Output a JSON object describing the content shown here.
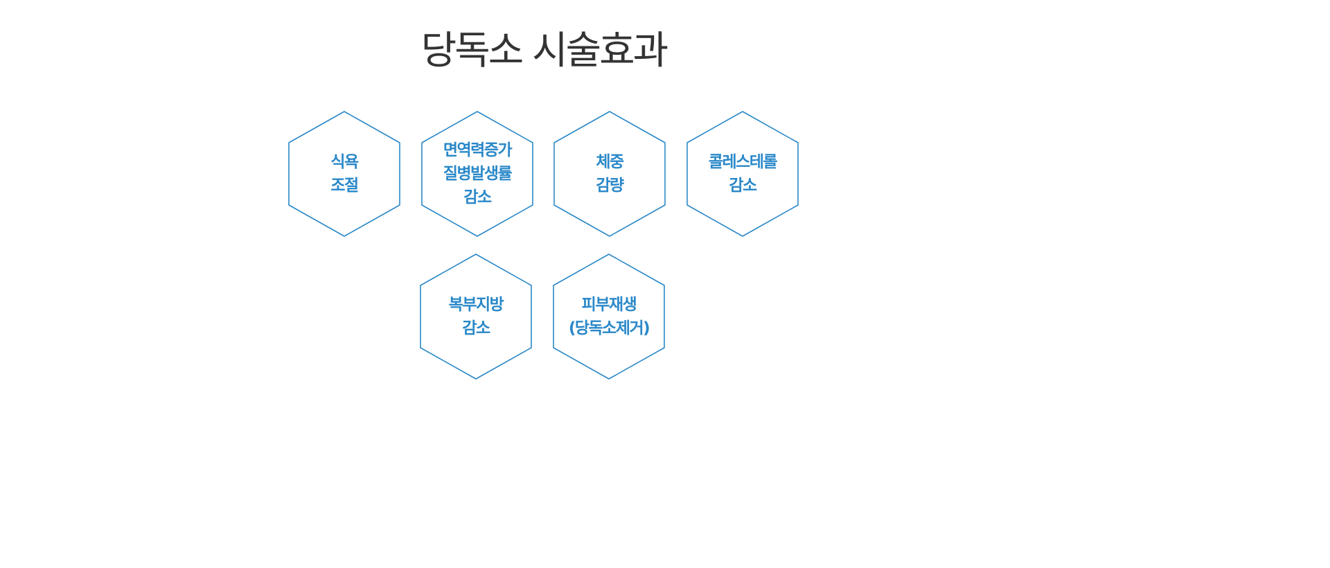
{
  "title": "당독소 시술효과",
  "colors": {
    "accent": "#2a88c8",
    "title": "#333333",
    "background": "#ffffff"
  },
  "effects": [
    {
      "lines": [
        "식욕",
        "조절"
      ]
    },
    {
      "lines": [
        "면역력증가",
        "질병발생률",
        "감소"
      ]
    },
    {
      "lines": [
        "체중",
        "감량"
      ]
    },
    {
      "lines": [
        "콜레스테롤",
        "감소"
      ]
    },
    {
      "lines": [
        "복부지방",
        "감소"
      ]
    },
    {
      "lines": [
        "피부재생",
        "(당독소제거)"
      ]
    }
  ]
}
